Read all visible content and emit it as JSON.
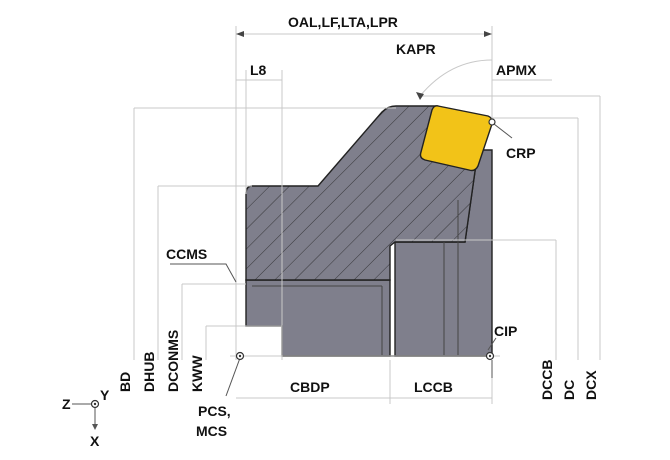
{
  "labels": {
    "oal": "OAL,LF,LTA,LPR",
    "kapr": "KAPR",
    "l8": "L8",
    "apmx": "APMX",
    "crp": "CRP",
    "ccms": "CCMS",
    "cip": "CIP",
    "bd": "BD",
    "dhub": "DHUB",
    "dconms": "DCONMS",
    "kww": "KWW",
    "dccb": "DCCB",
    "dc": "DC",
    "dcx": "DCX",
    "cbdp": "CBDP",
    "lccb": "LCCB",
    "pcs": "PCS,",
    "mcs": "MCS",
    "axis_z": "Z",
    "axis_y": "Y",
    "axis_x": "X"
  },
  "colors": {
    "body": "#7f7f8c",
    "body_dark": "#6a6a78",
    "insert": "#f2c318",
    "dimension": "#c8c8c8",
    "text": "#111111"
  }
}
